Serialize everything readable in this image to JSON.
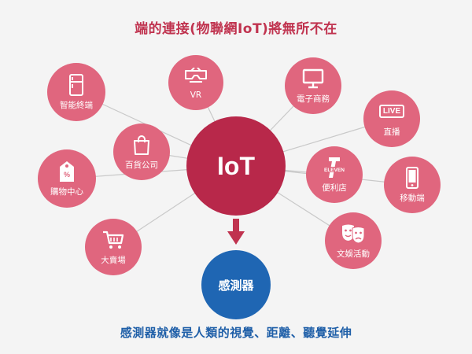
{
  "title": "端的連接(物聯網IoT)將無所不在",
  "center": "IoT",
  "sensor": "感測器",
  "caption": "感測器就像是人類的視覺、距離、聽覺延伸",
  "colors": {
    "node": "#e0667e",
    "center": "#b8284a",
    "sensor": "#1f66b3",
    "title": "#c0334f",
    "caption": "#1f5fa8"
  },
  "nodes": [
    {
      "key": "smart",
      "label": "智能終端",
      "icon": "fridge-icon"
    },
    {
      "key": "vr",
      "label": "VR",
      "icon": "vr-headset-icon"
    },
    {
      "key": "ecommerce",
      "label": "電子商務",
      "icon": "monitor-icon"
    },
    {
      "key": "live",
      "label": "直播",
      "icon": "live-badge-icon",
      "icon_text": "LIVE"
    },
    {
      "key": "dept",
      "label": "百貨公司",
      "icon": "shopping-bag-icon"
    },
    {
      "key": "mall",
      "label": "購物中心",
      "icon": "discount-tag-icon"
    },
    {
      "key": "convenience",
      "label": "便利店",
      "icon": "seven-eleven-icon",
      "icon_text": "ELEVEN"
    },
    {
      "key": "mobile",
      "label": "移動端",
      "icon": "smartphone-icon"
    },
    {
      "key": "mart",
      "label": "大賣場",
      "icon": "shopping-cart-icon"
    },
    {
      "key": "entertainment",
      "label": "文娛活動",
      "icon": "theater-masks-icon"
    }
  ]
}
